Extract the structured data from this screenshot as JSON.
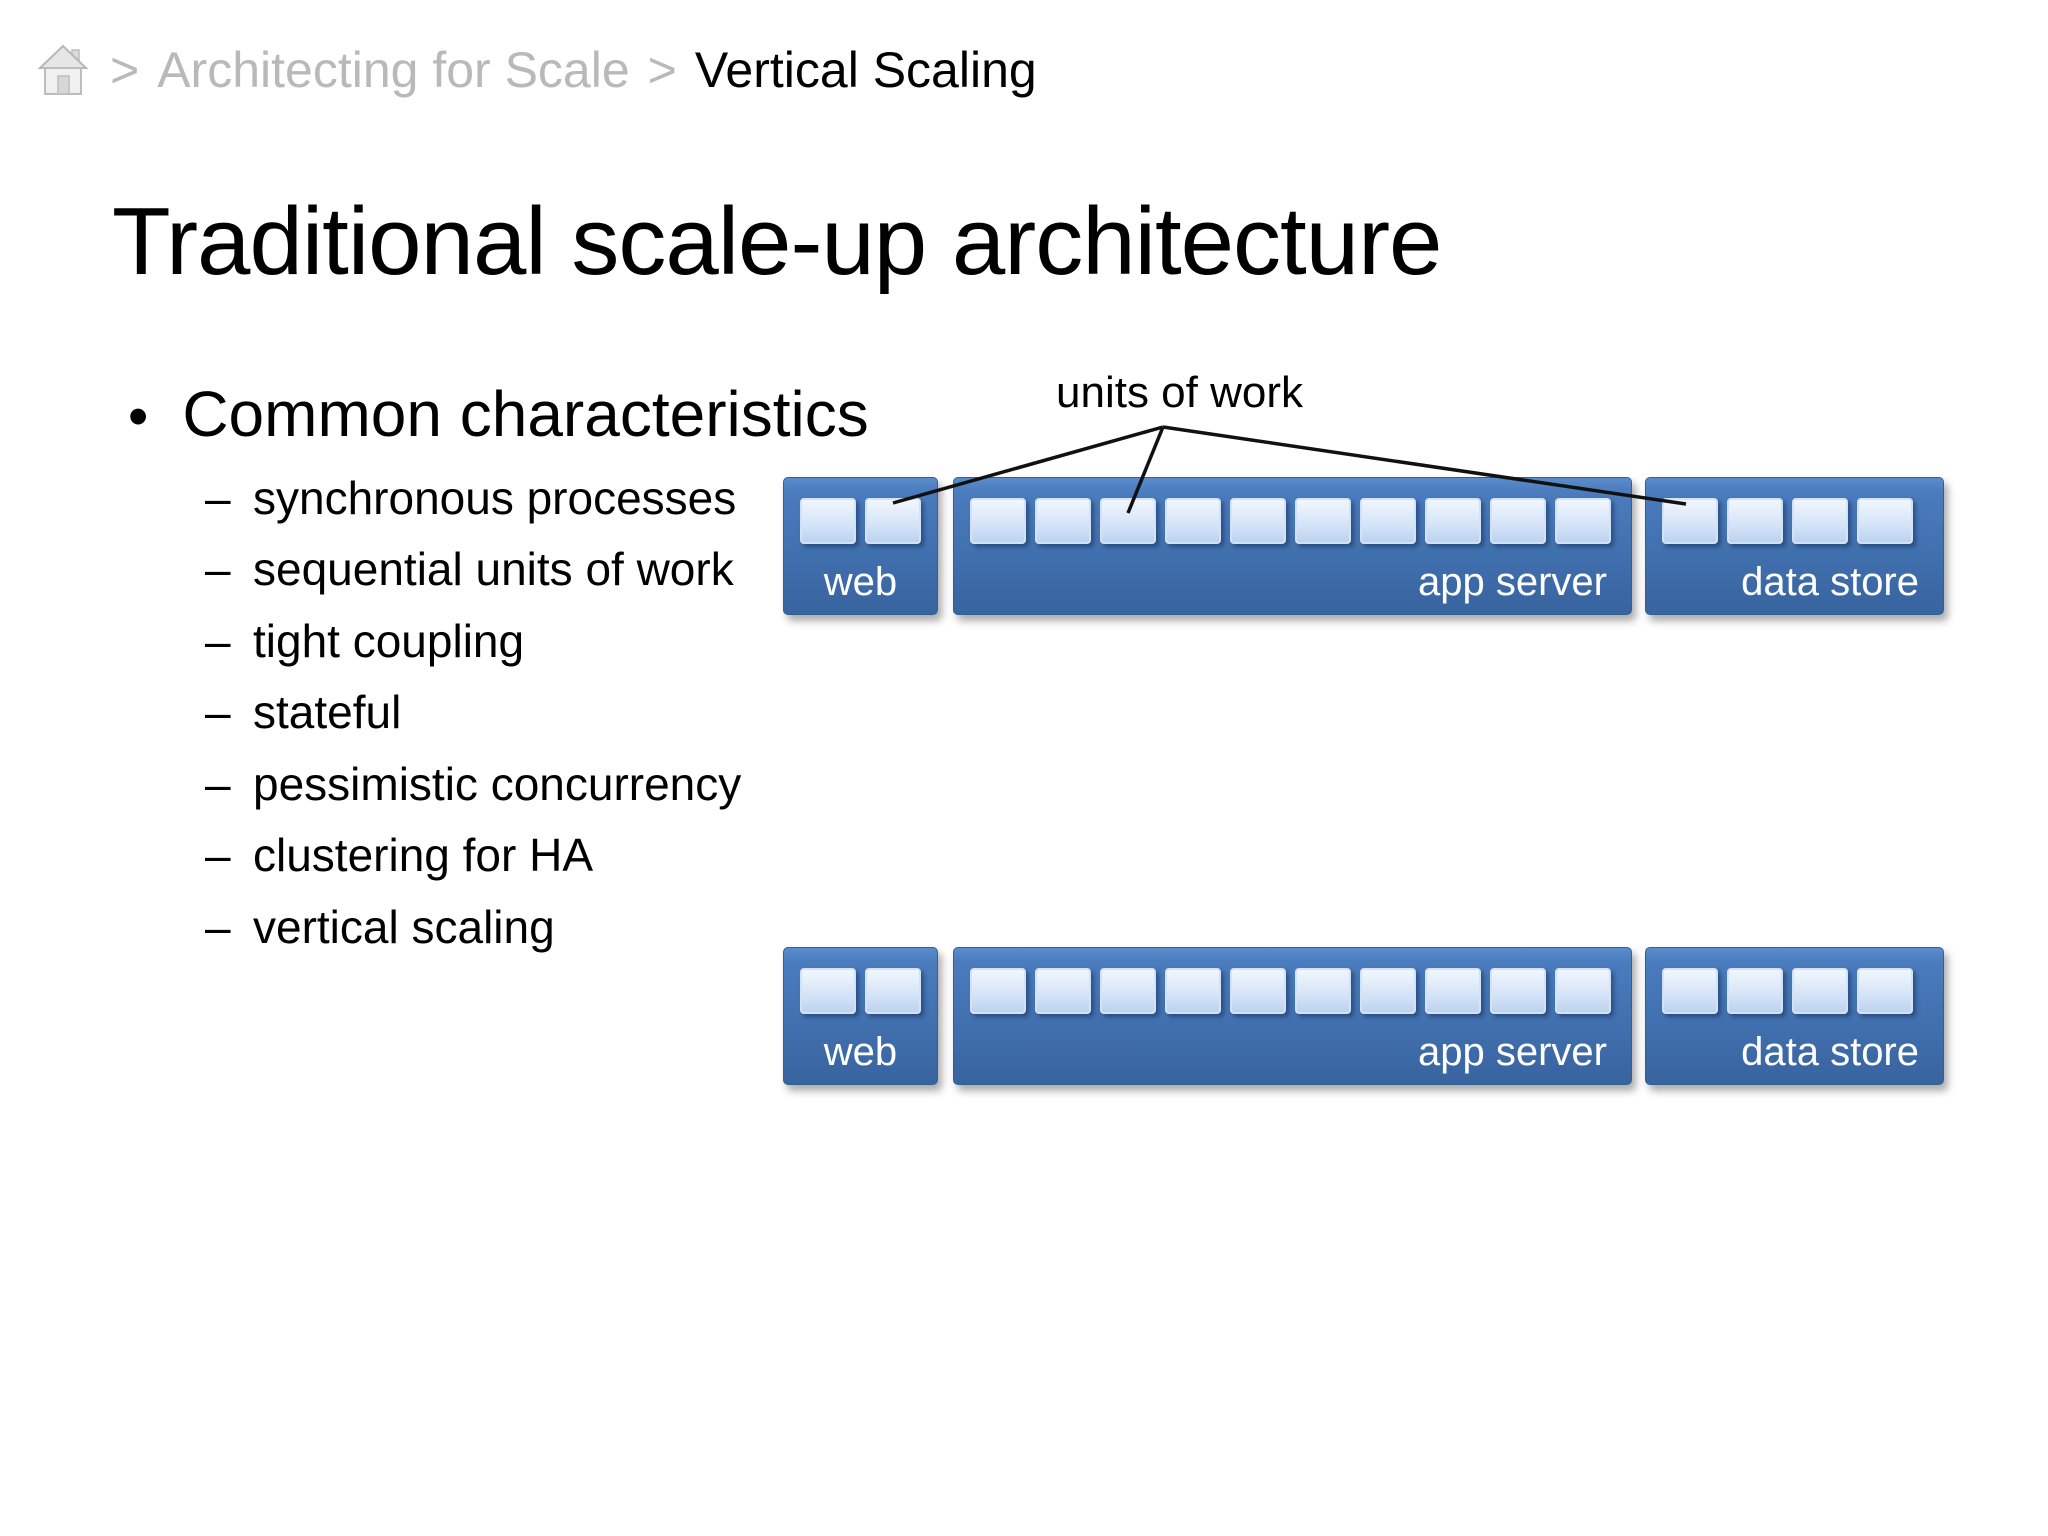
{
  "breadcrumb": {
    "separator1": ">",
    "parent": "Architecting for Scale",
    "separator2": ">",
    "current": "Vertical Scaling"
  },
  "slide": {
    "title": "Traditional scale-up architecture"
  },
  "bullets": {
    "marker": "•",
    "heading": "Common characteristics",
    "dash": "–",
    "items": [
      "synchronous processes",
      "sequential units of work",
      "tight coupling",
      "stateful",
      "pessimistic concurrency",
      "clustering for HA",
      "vertical scaling"
    ]
  },
  "diagram": {
    "annotation": "units of work",
    "colors": {
      "box_top": "#4a7cbe",
      "box_bottom": "#38649f",
      "unit_top": "#f0f6fd",
      "unit_bottom": "#bdd3f0",
      "leader_line": "#111111",
      "box_label": "#ffffff",
      "breadcrumb_muted": "#b9b9b9",
      "text": "#000000"
    },
    "rows": [
      {
        "boxes": [
          {
            "label": "web",
            "units": 2
          },
          {
            "label": "app server",
            "units": 10
          },
          {
            "label": "data store",
            "units": 4
          }
        ]
      },
      {
        "boxes": [
          {
            "label": "web",
            "units": 2
          },
          {
            "label": "app server",
            "units": 10
          },
          {
            "label": "data store",
            "units": 4
          }
        ]
      }
    ]
  }
}
